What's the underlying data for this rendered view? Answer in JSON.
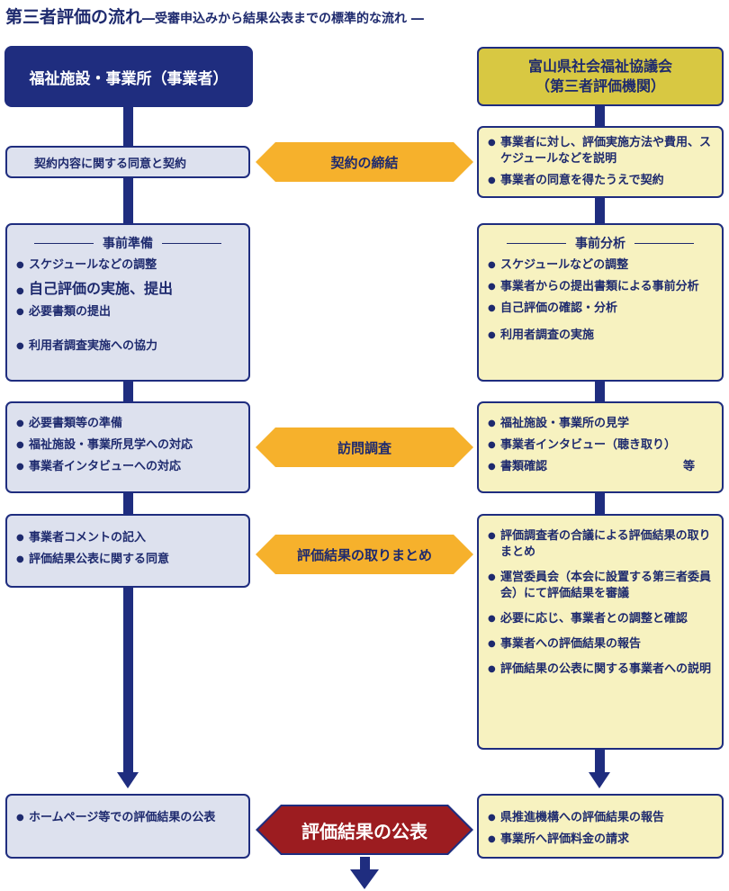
{
  "title": {
    "main": "第三者評価の流れ",
    "sub": "―受審申込みから結果公表までの標準的な流れ ―"
  },
  "left_header": "福祉施設・事業所（事業者）",
  "right_header": {
    "line1": "富山県社会福祉協議会",
    "line2": "（第三者評価機関）"
  },
  "steps": {
    "contract": {
      "center": "契約の締結",
      "left": "契約内容に関する同意と契約",
      "right": [
        "事業者に対し、評価実施方法や費用、スケジュールなどを説明",
        "事業者の同意を得たうえで契約"
      ]
    },
    "prep": {
      "left_heading": "事前準備",
      "left": [
        "スケジュールなどの調整",
        "自己評価の実施、提出",
        "必要書類の提出",
        "利用者調査実施への協力"
      ],
      "right_heading": "事前分析",
      "right": [
        "スケジュールなどの調整",
        "事業者からの提出書類による事前分析",
        "自己評価の確認・分析",
        "利用者調査の実施"
      ]
    },
    "visit": {
      "center": "訪問調査",
      "left": [
        "必要書類等の準備",
        "福祉施設・事業所見学への対応",
        "事業者インタビューへの対応"
      ],
      "right": [
        "福祉施設・事業所の見学",
        "事業者インタビュー（聴き取り）",
        "書類確認"
      ],
      "right_suffix": "等"
    },
    "summary": {
      "center": "評価結果の取りまとめ",
      "left": [
        "事業者コメントの記入",
        "評価結果公表に関する同意"
      ],
      "right": [
        "評価調査者の合議による評価結果の取りまとめ",
        "運営委員会（本会に設置する第三者委員会）にて評価結果を審議",
        "必要に応じ、事業者との調整と確認",
        "事業者への評価結果の報告",
        "評価結果の公表に関する事業者への説明"
      ]
    },
    "publish": {
      "center": "評価結果の公表",
      "left": [
        "ホームページ等での評価結果の公表"
      ],
      "right": [
        "県推進機構への評価結果の報告",
        "事業所へ評価料金の請求"
      ]
    }
  },
  "colors": {
    "navy": "#1f2d7f",
    "left_box": "#dde1ee",
    "right_box": "#f7f2c0",
    "right_header": "#d8c842",
    "connector": "#f6b12c",
    "final": "#9c1c20"
  }
}
